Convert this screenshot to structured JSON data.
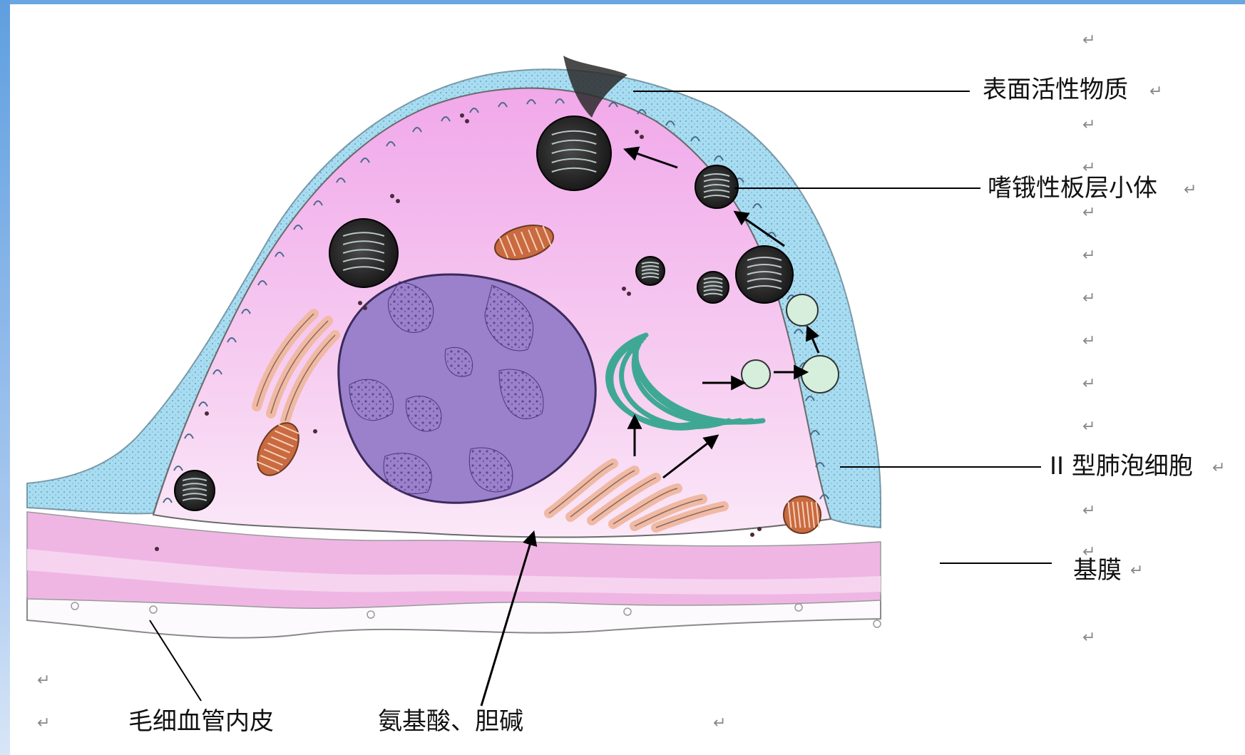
{
  "labels": {
    "surfactant": "表面活性物质",
    "lamellar_body": "嗜锇性板层小体",
    "type2_cell": "II 型肺泡细胞",
    "basement_membrane": "基膜",
    "capillary_endothelium": "毛细血管内皮",
    "amino_choline": "氨基酸、胆碱"
  },
  "marks": {
    "return_symbol": "↵"
  },
  "colors": {
    "cytoplasm": "#f3b8ec",
    "nucleus": "#9b80cc",
    "alveolar_lining": "#a8dcef",
    "basement_membrane": "#efb6e4",
    "golgi": "#3fa894",
    "rough_er": "#f0b9a4",
    "mitochondria": "#c96a40",
    "lamellar_body": "#1f1f1f"
  }
}
